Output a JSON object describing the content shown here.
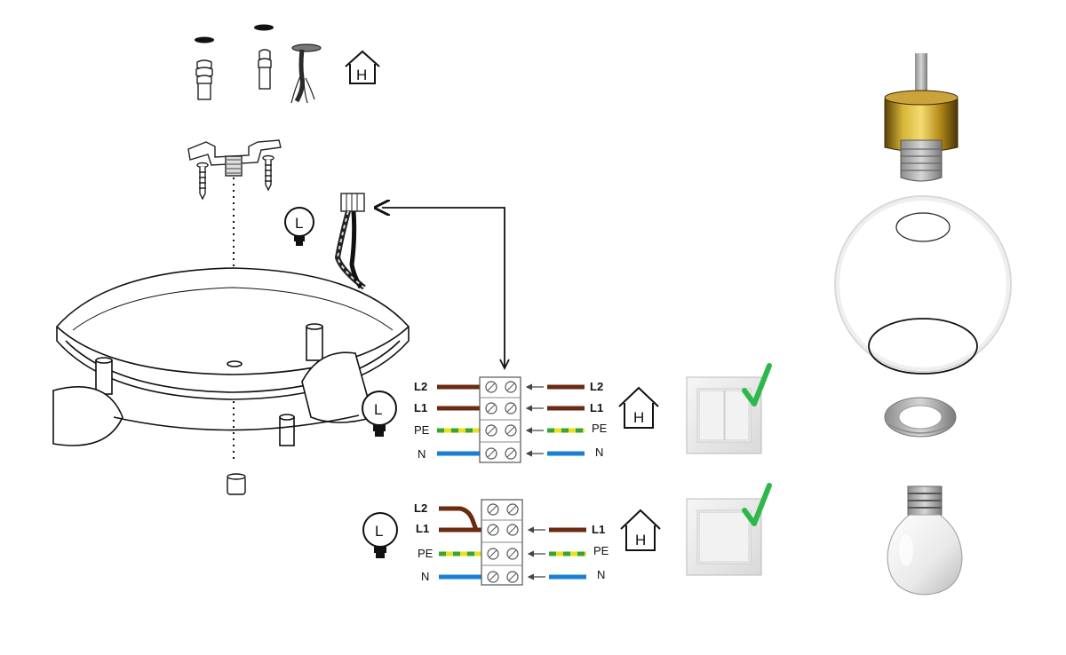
{
  "symbols": {
    "house_letter": "H",
    "lamp_letter": "L"
  },
  "diagram_top": {
    "lamp_side": [
      "L2",
      "L1",
      "PE",
      "N"
    ],
    "house_side": [
      "L2",
      "L1",
      "PE",
      "N"
    ]
  },
  "diagram_bottom": {
    "lamp_side": [
      "L2",
      "L1",
      "PE",
      "N"
    ],
    "house_side": [
      "L1",
      "PE",
      "N"
    ]
  },
  "colors": {
    "phase_wire": "#6b2a12",
    "neutral_wire": "#1a7fd0",
    "earth_green": "#3aa335",
    "earth_yellow": "#e8e21a",
    "check": "#2eb84c",
    "brass": "#b08a1e"
  }
}
